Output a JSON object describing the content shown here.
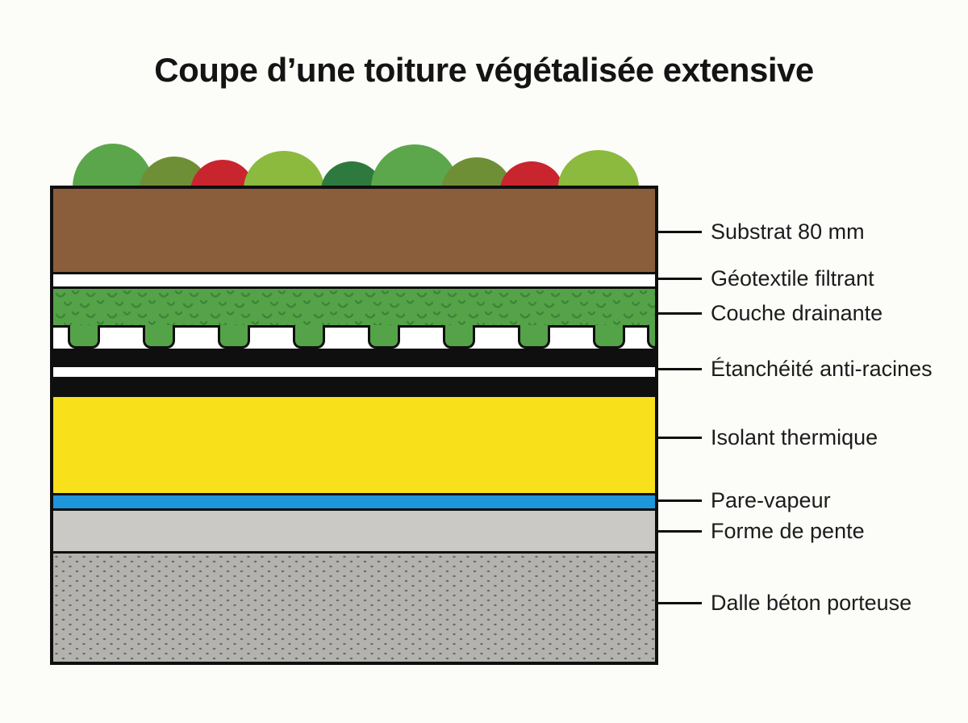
{
  "title": "Coupe d’une toiture végétalisée extensive",
  "labels": [
    {
      "text": "Substrat 80 mm"
    },
    {
      "text": "Géotextile filtrant"
    },
    {
      "text": "Couche drainante"
    },
    {
      "text": "Étanchéité anti-racines"
    },
    {
      "text": "Isolant thermique"
    },
    {
      "text": "Pare-vapeur"
    },
    {
      "text": "Forme de pente"
    },
    {
      "text": "Dalle béton porteuse"
    }
  ],
  "colors": {
    "outline": "#0f0f0f",
    "substrat": "#8a5e3a",
    "geotextile": "#ffffff",
    "drainage": "#55a348",
    "drainage_texture": "#3c8638",
    "etancheite": "#0f0f0f",
    "white_gap": "#ffffff",
    "isolant": "#f8e11a",
    "pare_vapeur": "#1e96dc",
    "forme_pente": "#cac9c5",
    "dalle": "#b4b2ae",
    "dalle_dots": "#6d6b67"
  },
  "plants": [
    {
      "color": "#5ba64a"
    },
    {
      "color": "#6e8f36"
    },
    {
      "color": "#c9252f"
    },
    {
      "color": "#8cba3e"
    },
    {
      "color": "#2e7a3e"
    },
    {
      "color": "#5ca74c"
    },
    {
      "color": "#6e8f36"
    },
    {
      "color": "#c9252f"
    },
    {
      "color": "#8cba3e"
    }
  ]
}
